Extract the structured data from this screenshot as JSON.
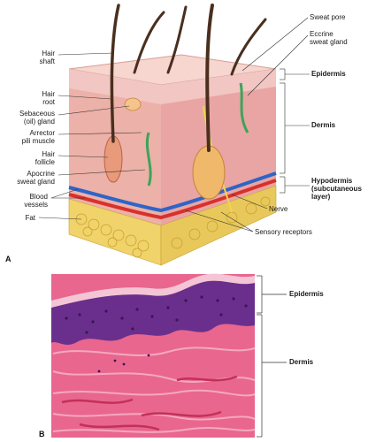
{
  "panels": {
    "a": "A",
    "b": "B"
  },
  "diagram_a": {
    "left_labels": {
      "hair_shaft": [
        "Hair",
        "shaft"
      ],
      "hair_root": [
        "Hair",
        "root"
      ],
      "sebaceous": [
        "Sebaceous",
        "(oil) gland"
      ],
      "arrector": [
        "Arrector",
        "pili muscle"
      ],
      "follicle": [
        "Hair",
        "follicle"
      ],
      "apocrine": [
        "Apocrine",
        "sweat gland"
      ],
      "vessels": [
        "Blood",
        "vessels"
      ],
      "fat": "Fat"
    },
    "right_labels": {
      "sweat_pore": "Sweat pore",
      "eccrine": [
        "Eccrine",
        "sweat gland"
      ],
      "epidermis": "Epidermis",
      "dermis": "Dermis",
      "hypodermis": [
        "Hypodermis",
        "(subcutaneous",
        "layer)"
      ],
      "nerve": "Nerve",
      "sensory": "Sensory receptors"
    }
  },
  "micrograph_b": {
    "epidermis": "Epidermis",
    "dermis": "Dermis"
  },
  "colors": {
    "epidermis_pink": "#f2c6c2",
    "dermis_pink": "#e9a5a3",
    "fat_yellow": "#f0d36a",
    "vein_blue": "#2f64c8",
    "artery_red": "#d8312c",
    "nerve_yellow": "#f3d44a",
    "hair_brown": "#4a2f1e",
    "stain_pink": "#e9668f",
    "stain_purple": "#6a2f8c"
  }
}
